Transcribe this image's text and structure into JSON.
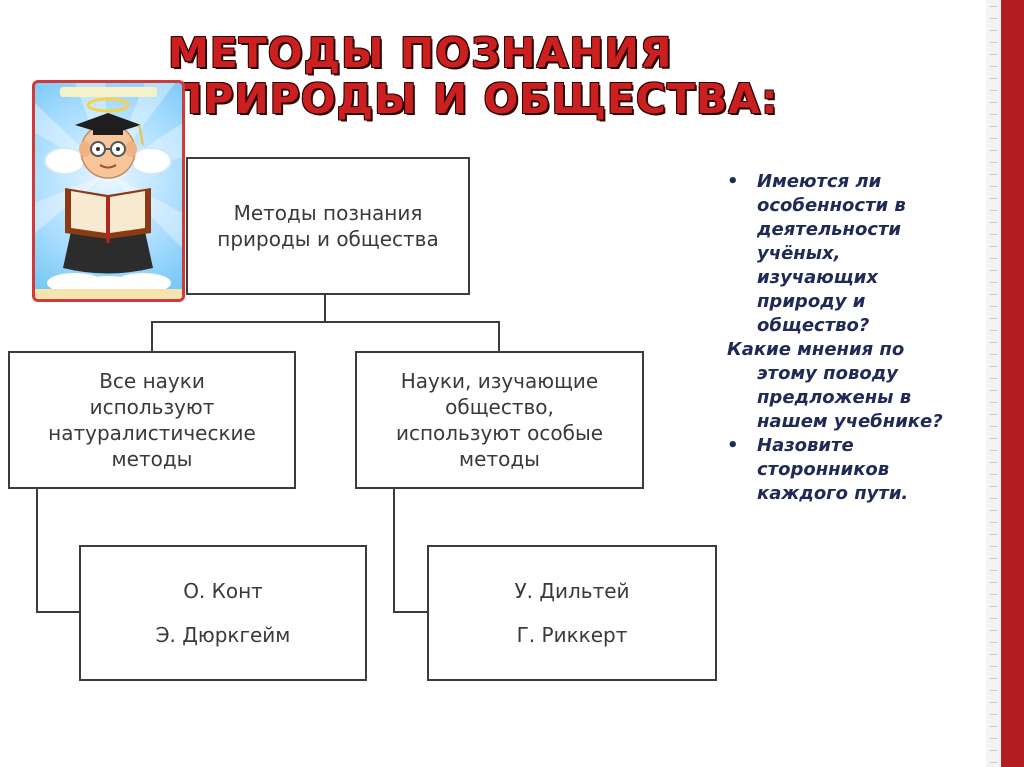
{
  "title": {
    "line1": "МЕТОДЫ ПОЗНАНИЯ",
    "line2": "ПРИРОДЫ И ОБЩЕСТВА:"
  },
  "diagram": {
    "root": {
      "line1": "Методы познания",
      "line2": "природы и общества"
    },
    "left": {
      "line1": "Все науки",
      "line2": "используют",
      "line3": "натуралистические",
      "line4": "методы"
    },
    "right": {
      "line1": "Науки, изучающие",
      "line2": "общество,",
      "line3": "используют особые",
      "line4": "методы"
    },
    "left_names": {
      "line1": "О. Конт",
      "line2": "Э. Дюркгейм"
    },
    "right_names": {
      "line1": "У. Дильтей",
      "line2": "Г. Риккерт"
    }
  },
  "questions": {
    "bullet": "•",
    "q1": [
      "Имеются ли",
      "особенности в",
      "деятельности",
      "учёных,",
      "изучающих",
      "природу и",
      "общество?"
    ],
    "q2_first": "Какие мнения по",
    "q2_rest": [
      "этому поводу",
      "предложены в",
      "нашем учебнике?"
    ],
    "q3": [
      "Назовите",
      "сторонников",
      "каждого пути."
    ]
  },
  "colors": {
    "title": "#cc1f1f",
    "questions": "#1f2a56",
    "box_border": "#3c3c3c",
    "edge": "#b41e22"
  },
  "picture": {
    "icon": "scholar-child-reading-icon"
  }
}
